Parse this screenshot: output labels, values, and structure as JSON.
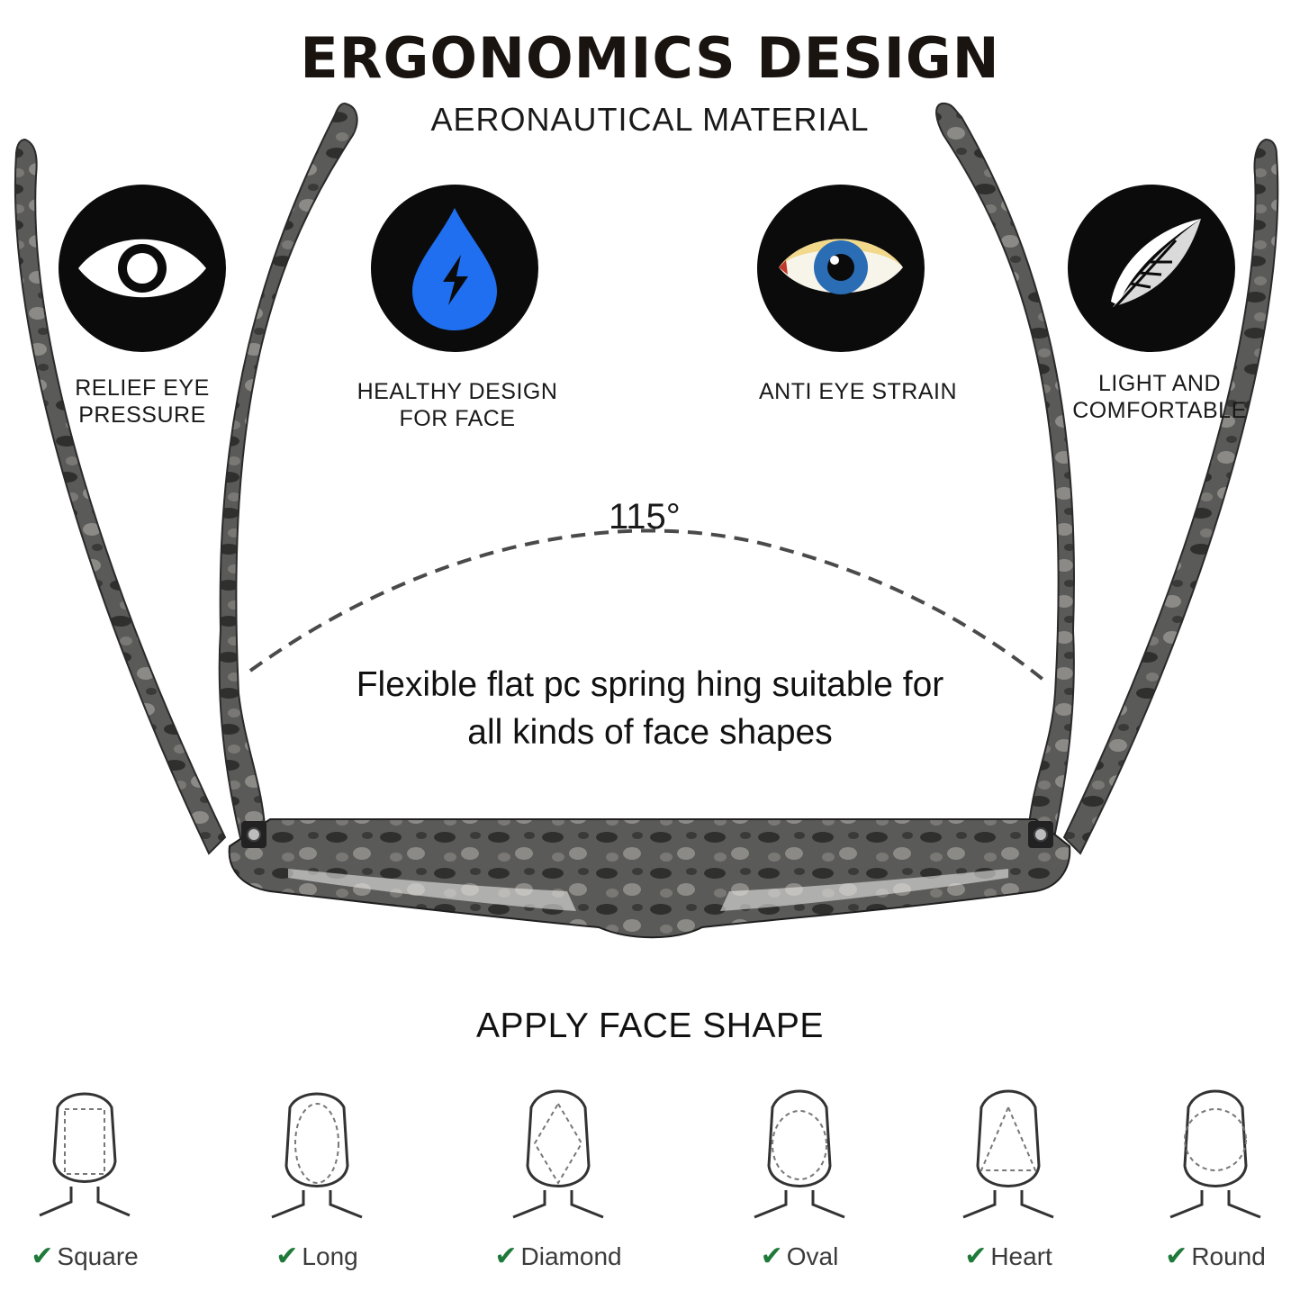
{
  "header": {
    "title": "ERGONOMICS DESIGN",
    "subtitle": "AERONAUTICAL MATERIAL"
  },
  "features": [
    {
      "icon": "eye-outline-icon",
      "label_lines": [
        "RELIEF EYE",
        "PRESSURE"
      ]
    },
    {
      "icon": "water-drop-bolt-icon",
      "label_lines": [
        "HEALTHY DESIGN",
        "FOR FACE"
      ]
    },
    {
      "icon": "realistic-eye-icon",
      "label_lines": [
        "ANTI EYE STRAIN"
      ]
    },
    {
      "icon": "feather-icon",
      "label_lines": [
        "LIGHT AND",
        "COMFORTABLE"
      ]
    }
  ],
  "hinge": {
    "angle": "115°",
    "description_lines": [
      "Flexible flat pc spring hing suitable for",
      "all kinds of face shapes"
    ]
  },
  "face_shapes": {
    "title": "APPLY FACE SHAPE",
    "check_icon": "checkmark-icon",
    "check_color": "#1f7a3a",
    "items": [
      {
        "label": "Square"
      },
      {
        "label": "Long"
      },
      {
        "label": "Diamond"
      },
      {
        "label": "Oval"
      },
      {
        "label": "Heart"
      },
      {
        "label": "Round"
      }
    ]
  }
}
